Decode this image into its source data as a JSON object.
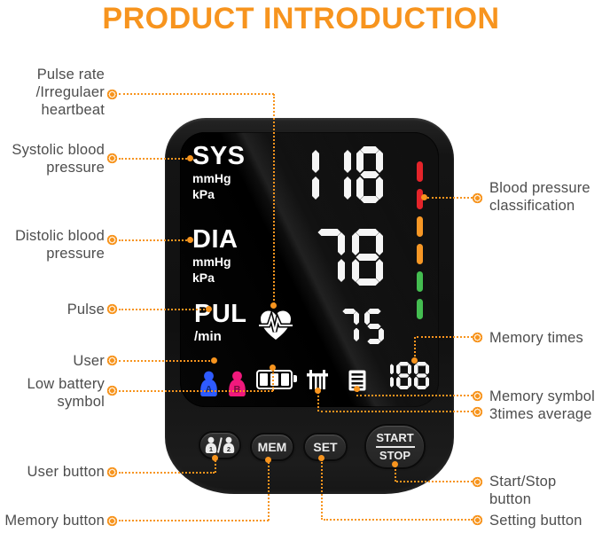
{
  "title": "PRODUCT INTRODUCTION",
  "colors": {
    "accent_orange": "#F7941E",
    "class_red": "#E31E24",
    "class_orange": "#F7941E",
    "class_green": "#3DBB4A",
    "user_a_blue": "#2E5BFF",
    "user_b_pink": "#F0197C"
  },
  "device": {
    "display": {
      "sys_label": "SYS",
      "sys_unit1": "mmHg",
      "sys_unit2": "kPa",
      "sys_value": "118",
      "dia_label": "DIA",
      "dia_unit1": "mmHg",
      "dia_unit2": "kPa",
      "dia_value": "78",
      "pul_label": "PUL",
      "pul_unit": "/min",
      "pul_value": "75",
      "memory_value": "188",
      "user_a_letter": "A",
      "user_b_letter": "B",
      "classification_colors": [
        "#E31E24",
        "#E31E24",
        "#F7941E",
        "#F7941E",
        "#3DBB4A",
        "#3DBB4A"
      ],
      "icons": [
        "heartbeat-icon",
        "user-a-icon",
        "user-b-icon",
        "battery-icon",
        "average-icon",
        "memory-icon"
      ]
    },
    "buttons": {
      "user_icon_num1": "1",
      "user_icon_num2": "2",
      "mem_label": "MEM",
      "set_label": "SET",
      "start_label": "START",
      "stop_label": "STOP"
    }
  },
  "callouts": {
    "left": [
      {
        "id": "pulse-rate",
        "label": "Pulse rate\n/Irregulaer\nheartbeat"
      },
      {
        "id": "systolic",
        "label": "Systolic blood\npressure"
      },
      {
        "id": "distolic",
        "label": "Distolic blood\npressure"
      },
      {
        "id": "pulse",
        "label": "Pulse"
      },
      {
        "id": "user",
        "label": "User"
      },
      {
        "id": "low-battery",
        "label": "Low battery\nsymbol"
      },
      {
        "id": "user-button",
        "label": "User button"
      },
      {
        "id": "memory-button",
        "label": "Memory button"
      }
    ],
    "right": [
      {
        "id": "bp-classification",
        "label": "Blood pressure\nclassification"
      },
      {
        "id": "memory-times",
        "label": "Memory times"
      },
      {
        "id": "memory-symbol",
        "label": "Memory symbol"
      },
      {
        "id": "three-times-average",
        "label": "3times average"
      },
      {
        "id": "start-stop-button",
        "label": "Start/Stop  button"
      },
      {
        "id": "setting-button",
        "label": "Setting button"
      }
    ]
  }
}
